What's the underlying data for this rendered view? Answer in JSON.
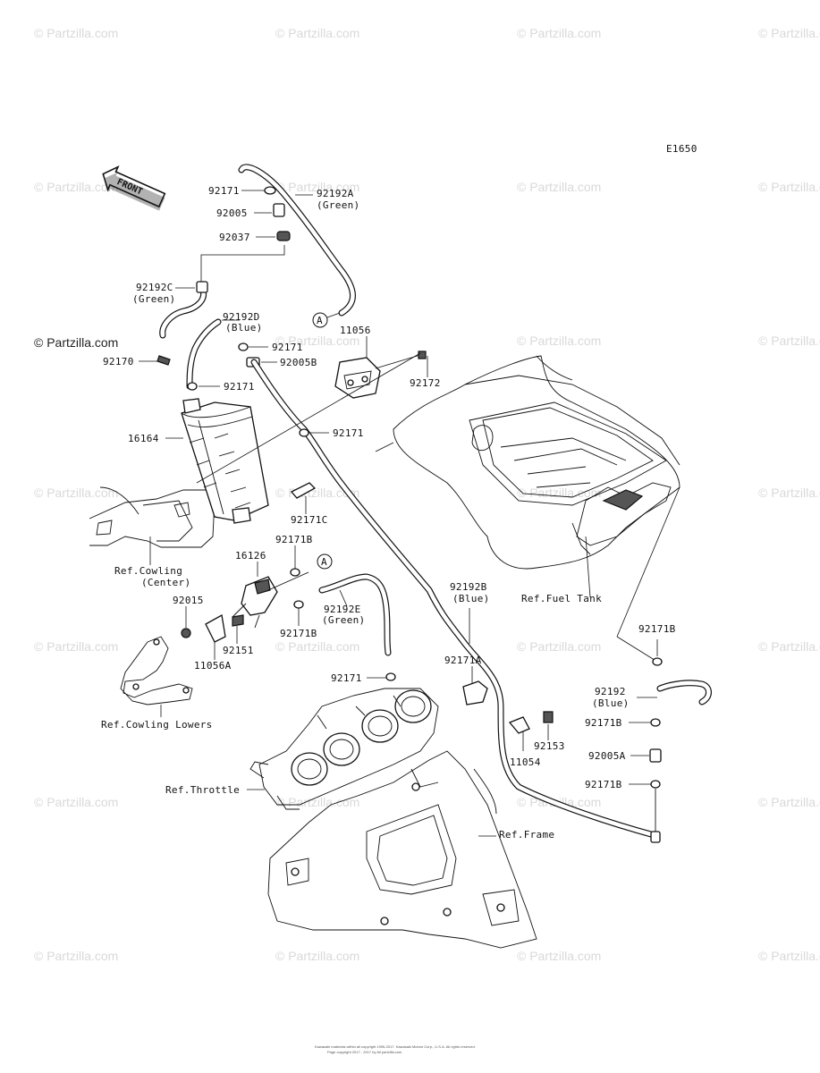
{
  "diagram_code": "E1650",
  "front_arrow_label": "FRONT",
  "watermark": "© Partzilla.com",
  "watermark_strong": "© Partzilla.com",
  "copyright_line1": "Kawasaki materials within all copyright 1995-2017. Kawasaki Motors Corp., U.S.A. All rights reserved.",
  "copyright_line2": "Page copyright 2017 - 2017 by All partzilla.com",
  "callout_a": "A",
  "labels": {
    "p92171_top": "92171",
    "p92192A": "92192A",
    "p92192A_color": "(Green)",
    "p92005": "92005",
    "p92037": "92037",
    "p92192C": "92192C",
    "p92192C_color": "(Green)",
    "p92192D": "92192D",
    "p92192D_color": "(Blue)",
    "p92171_mid": "92171",
    "p11056": "11056",
    "p92170": "92170",
    "p92005B": "92005B",
    "p92171_low": "92171",
    "p92172": "92172",
    "p16164": "16164",
    "p92171_hose": "92171",
    "p92171C": "92171C",
    "ref_cowling_center_1": "Ref.Cowling",
    "ref_cowling_center_2": "(Center)",
    "p92171B_a": "92171B",
    "p16126": "16126",
    "p92015": "92015",
    "p92192E": "92192E",
    "p92192E_color": "(Green)",
    "p92171B_b": "92171B",
    "p92151": "92151",
    "p11056A": "11056A",
    "p92171_e": "92171",
    "ref_cowling_lowers": "Ref.Cowling Lowers",
    "p92192B": "92192B",
    "p92192B_color": "(Blue)",
    "ref_fuel_tank": "Ref.Fuel Tank",
    "p92171A": "92171A",
    "p92171B_c": "92171B",
    "p92192": "92192",
    "p92192_color": "(Blue)",
    "p92171B_d": "92171B",
    "p92153": "92153",
    "p11054": "11054",
    "p92005A": "92005A",
    "p92171B_e": "92171B",
    "ref_throttle": "Ref.Throttle",
    "ref_frame": "Ref.Frame"
  }
}
